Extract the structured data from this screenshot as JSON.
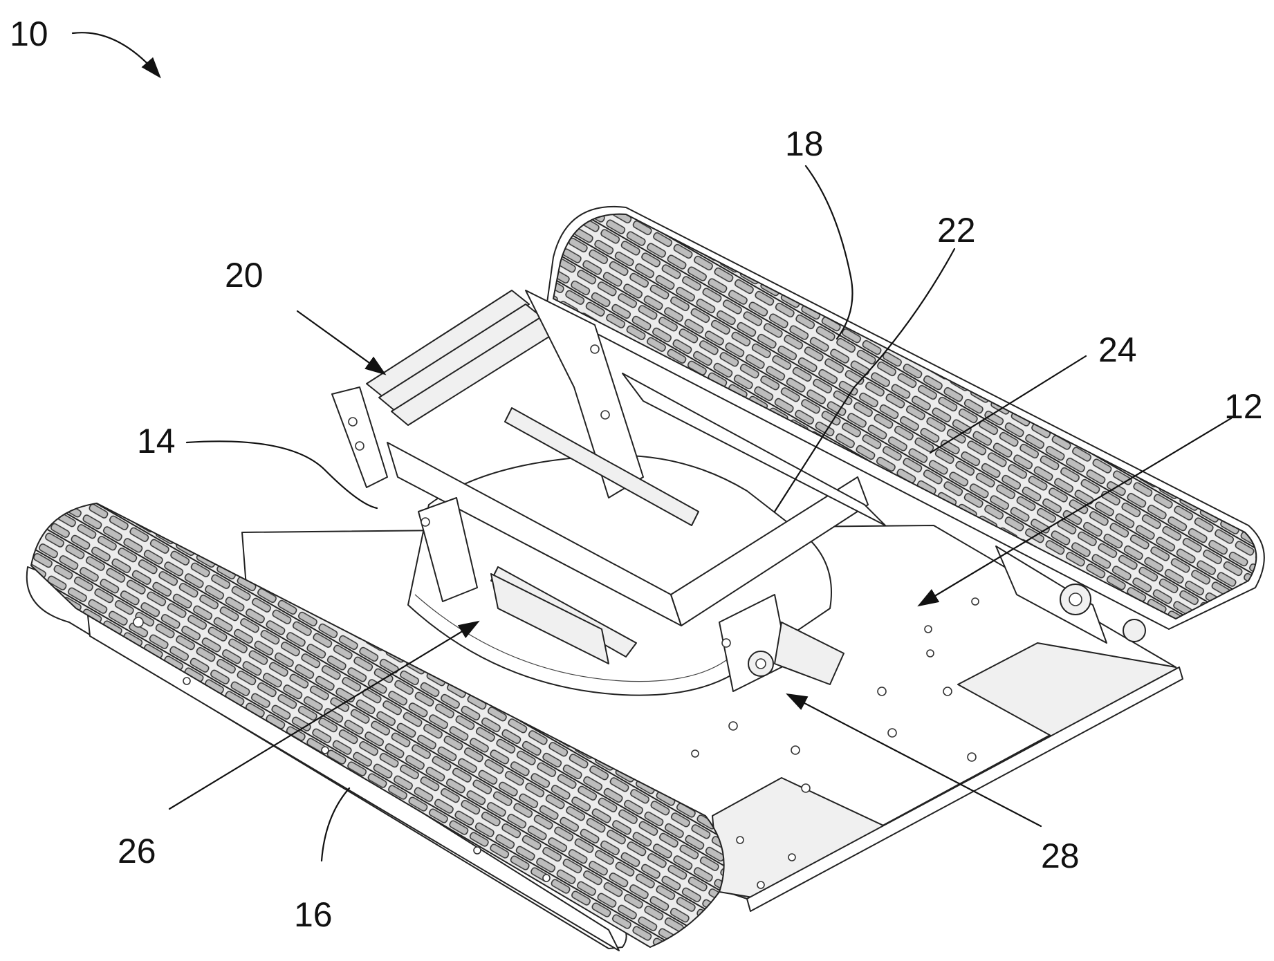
{
  "figure": {
    "labels": {
      "ref_10": "10",
      "ref_12": "12",
      "ref_14": "14",
      "ref_16": "16",
      "ref_18": "18",
      "ref_20": "20",
      "ref_22": "22",
      "ref_24": "24",
      "ref_26": "26",
      "ref_28": "28"
    }
  }
}
